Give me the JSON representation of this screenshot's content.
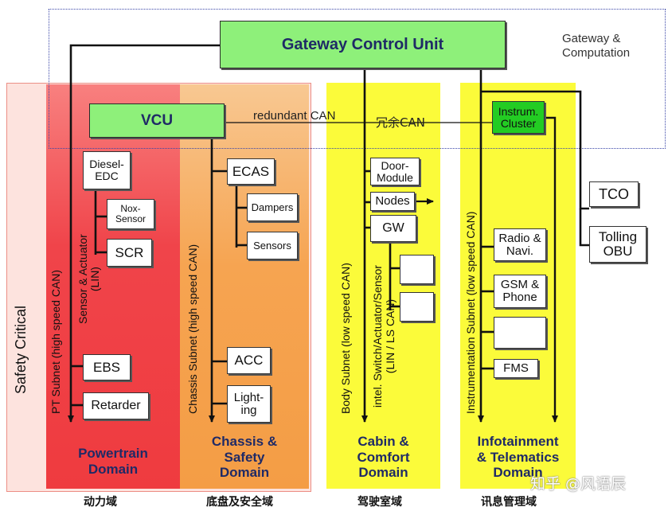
{
  "gateway": {
    "label": "Gateway Control Unit",
    "region_label": "Gateway &\nComputation"
  },
  "vcu": {
    "label": "VCU"
  },
  "bus_labels": {
    "redundant_can": "redundant CAN",
    "redundant_can_cn": "冗余CAN"
  },
  "safety_label": "Safety Critical",
  "domains": {
    "powertrain": {
      "title": "Powertrain\nDomain",
      "cn": "动力域",
      "subnet": "PT Subnet (high speed CAN)",
      "sensor_subnet": "Sensor & Actuator\n(LIN)",
      "nodes": {
        "diesel": "Diesel-\nEDC",
        "nox": "Nox-\nSensor",
        "scr": "SCR",
        "ebs": "EBS",
        "retarder": "Retarder"
      }
    },
    "chassis": {
      "title": "Chassis &\nSafety\nDomain",
      "cn": "底盘及安全域",
      "subnet": "Chassis Subnet (high speed CAN)",
      "nodes": {
        "ecas": "ECAS",
        "dampers": "Dampers",
        "sensors": "Sensors",
        "acc": "ACC",
        "lighting": "Light-\ning"
      }
    },
    "cabin": {
      "title": "Cabin &\nComfort\nDomain",
      "cn": "驾驶室域",
      "subnet": "Body Subnet (low speed CAN)",
      "sub_subnet": "intel. Switch/Actuator/Sensor\n(LIN / LS CAN)",
      "nodes": {
        "door": "Door-\nModule",
        "nodes": "Nodes",
        "gw": "GW"
      }
    },
    "infotainment": {
      "title": "Infotainment\n& Telematics\nDomain",
      "cn": "讯息管理域",
      "subnet": "Instrumentation Subnet (low speed CAN)",
      "nodes": {
        "instrum": "Instrum.\nCluster",
        "radio": "Radio &\nNavi.",
        "gsm": "GSM &\nPhone",
        "fms": "FMS"
      }
    }
  },
  "external": {
    "tco": "TCO",
    "tolling": "Tolling\nOBU"
  },
  "watermark": "知乎 @风语辰",
  "colors": {
    "safety_bg": "#fde3de",
    "powertrain_bg": "#f0444a",
    "chassis_bg": "#f6a451",
    "cabin_bg": "#fbfb3a",
    "infotainment_bg": "#fbfb3a",
    "gateway_green": "#8ef07a",
    "instrum_green": "#23cc23",
    "dotted_border": "#3a46a8",
    "title_blue": "#1f2a66"
  }
}
